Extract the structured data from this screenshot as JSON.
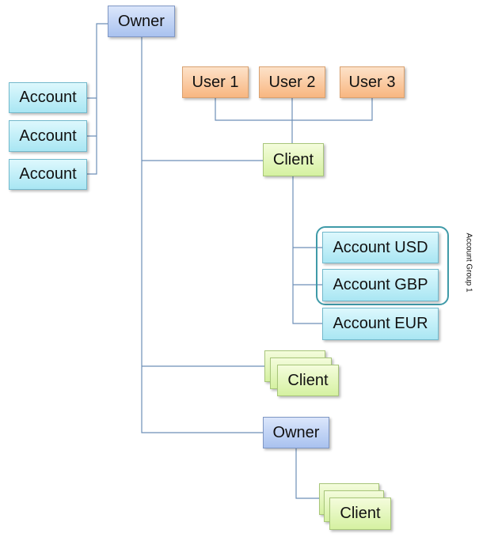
{
  "diagram": {
    "owner_top": "Owner",
    "left_accounts": [
      "Account",
      "Account",
      "Account"
    ],
    "users": [
      "User 1",
      "User 2",
      "User 3"
    ],
    "client_main": "Client",
    "account_usd": "Account USD",
    "account_gbp": "Account GBP",
    "account_eur": "Account EUR",
    "account_group_label": "Account Group 1",
    "client_stack_1": "Client",
    "owner_second": "Owner",
    "client_stack_2": "Client"
  },
  "colors": {
    "connector": "#6d8fb8",
    "owner_fill": "#b8cdf2",
    "account_fill": "#bfeef8",
    "user_fill": "#fbc795",
    "client_fill": "#e2f6b8",
    "group_frame": "#3f9aa8"
  }
}
